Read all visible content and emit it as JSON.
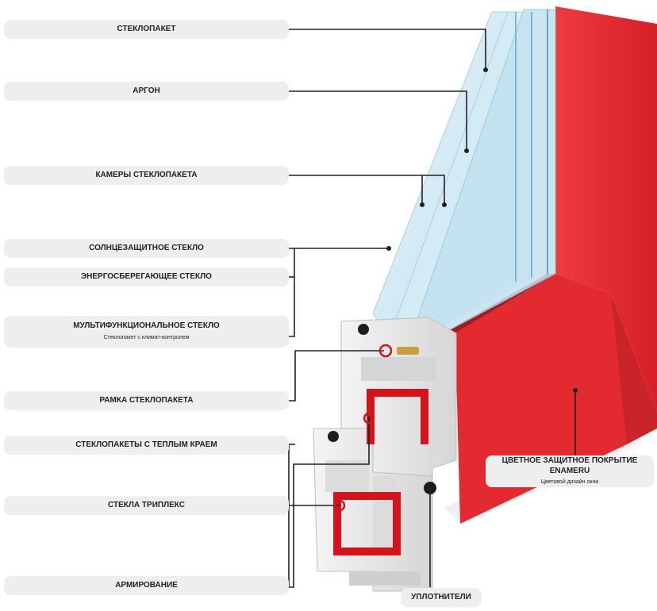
{
  "labels": {
    "steklopaket": "СТЕКЛОПАКЕТ",
    "argon": "АРГОН",
    "kamery": "КАМЕРЫ СТЕКЛОПАКЕТА",
    "solntse": "СОЛНЦЕЗАЩИТНОЕ СТЕКЛО",
    "energo": "ЭНЕРГОСБЕРЕГАЮЩЕЕ СТЕКЛО",
    "multi": "МУЛЬТИФУНКЦИОНАЛЬНОЕ СТЕКЛО",
    "multi_sub": "Стеклопакет с климат-контролем",
    "ramka": "РАМКА СТЕКЛОПАКЕТА",
    "teply_krai": "СТЕКЛОПАКЕТЫ С ТЕПЛЫМ КРАЕМ",
    "tripleks": "СТЕКЛА ТРИПЛЕКС",
    "armirovanie": "АРМИРОВАНИЕ",
    "uplotniteli": "УПЛОТНИТЕЛИ",
    "enameru": "ЦВЕТНОЕ ЗАЩИТНОЕ ПОКРЫТИЕ ENAMERU",
    "enameru_sub": "Цветовой дизайн окна"
  },
  "colors": {
    "frame_red": "#e4252b",
    "frame_red_dark": "#b81a1f",
    "glass": "#cfe8f3",
    "pvc": "#e9e9e9",
    "leader": "#222222",
    "marker_ring": "#c8161d"
  }
}
